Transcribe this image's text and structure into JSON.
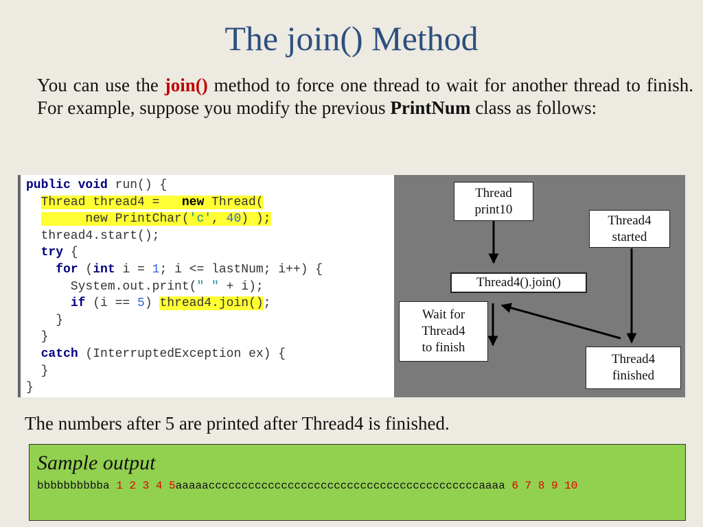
{
  "slide": {
    "title": "The join() Method",
    "intro": {
      "part1": "You can use the ",
      "join_kw": "join()",
      "part2": " method to force one thread to wait for another thread to finish. For example, suppose you modify the previous ",
      "class_name": "PrintNum",
      "part3": " class as follows:"
    },
    "note": "The numbers after 5 are printed after Thread4 is finished."
  },
  "code": {
    "public": "public",
    "void": "void",
    "run_sig": " run() {",
    "l2_indent": "  ",
    "l2_a": "Thread thread4 =   ",
    "l2_new": "new",
    "l2_b": " Thread(",
    "l3_indent": "  ",
    "l3_a": "      new PrintChar(",
    "l3_str": "'c'",
    "l3_comma": ", ",
    "l3_num": "40",
    "l3_end": ") );",
    "l4": "  thread4.start();",
    "l5_indent": "  ",
    "try": "try",
    "l5_end": " {",
    "l6_indent": "    ",
    "for": "for",
    "l6_a": " (",
    "int": "int",
    "l6_b": " i = ",
    "l6_num": "1",
    "l6_c": "; i <= lastNum; i++) {",
    "l7_a": "      System.out.print(",
    "l7_str": "\" \"",
    "l7_b": " + i);",
    "l8_indent": "      ",
    "if": "if",
    "l8_a": " (i == ",
    "l8_num": "5",
    "l8_b": ") ",
    "l8_hl": "thread4.join()",
    "l8_end": ";",
    "l9": "    }",
    "l10": "  }",
    "l11_indent": "  ",
    "catch": "catch",
    "l11_a": " (InterruptedException ex) {",
    "l12": "  }",
    "l13": "}"
  },
  "diagram": {
    "print10": [
      "Thread",
      "print10"
    ],
    "started": [
      "Thread4",
      "started"
    ],
    "join": "Thread4().join()",
    "wait": [
      "Wait for",
      "Thread4",
      "to finish"
    ],
    "finished": [
      "Thread4",
      "finished"
    ]
  },
  "sample": {
    "title": "Sample output",
    "prefix": "bbbbbbbbbba ",
    "nums1": "1 2 3 4 5",
    "middle": "aaaaacccccccccccccccccccccccccccccccccccccccccaaaa ",
    "nums2": "6 7 8 9 10"
  }
}
